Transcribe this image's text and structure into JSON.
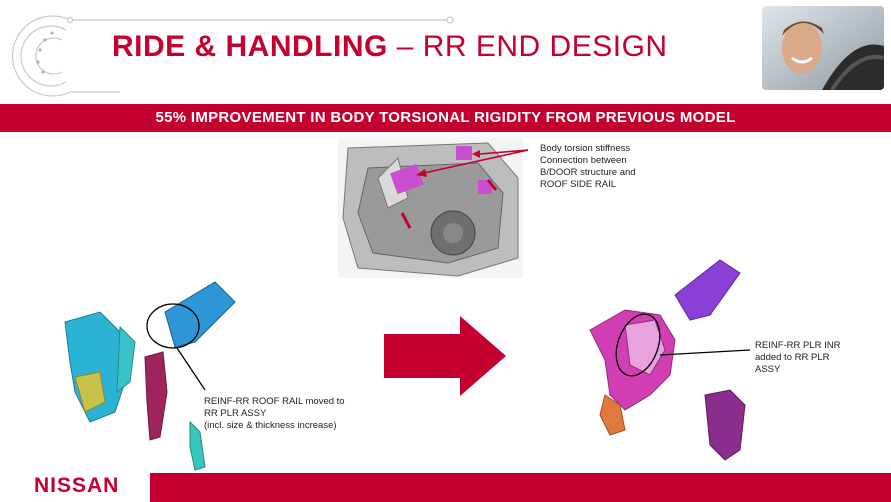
{
  "title": {
    "main": "RIDE & HANDLING",
    "dash": " – ",
    "rest": "RR END DESIGN"
  },
  "banner": {
    "text": "55% IMPROVEMENT IN BODY TORSIONAL RIGIDITY FROM PREVIOUS MODEL"
  },
  "callouts": {
    "top": [
      "Body torsion stiffness",
      "Connection between",
      "B/DOOR structure and",
      "ROOF SIDE RAIL"
    ],
    "left": [
      "REINF-RR ROOF RAIL moved to",
      "RR PLR ASSY",
      "(incl. size & thickness increase)"
    ],
    "right": [
      "REINF-RR PLR INR",
      "added to RR PLR",
      "ASSY"
    ]
  },
  "logo": {
    "text": "NISSAN"
  },
  "colors": {
    "brand_red": "#c3002f",
    "part_cyan": "#2bb3d6",
    "part_magenta": "#d23fb4",
    "part_purple": "#8a3fd6"
  }
}
